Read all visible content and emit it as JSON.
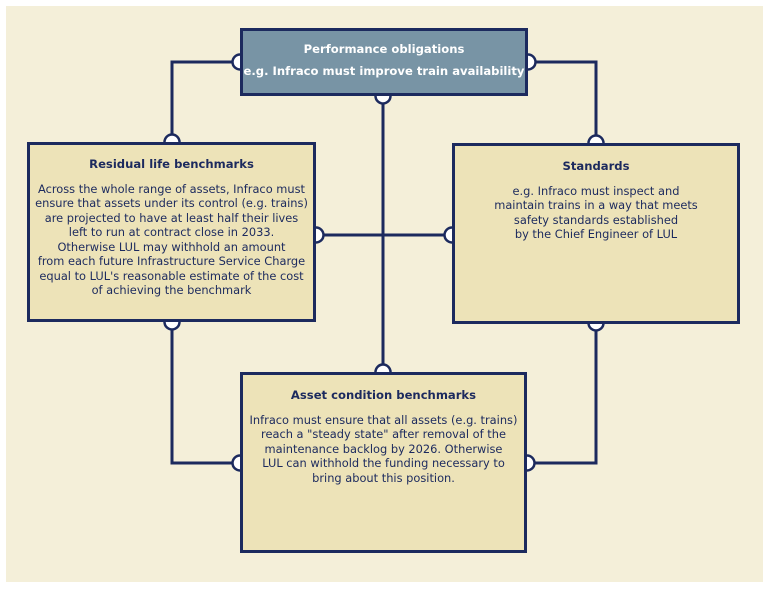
{
  "colors": {
    "background": "#f4efd9",
    "box_fill": "#ede3b8",
    "header_fill": "#7894a5",
    "line": "#1c2a5e"
  },
  "performance": {
    "title": "Performance obligations",
    "body": "e.g. Infraco must improve train availability"
  },
  "residual": {
    "title": "Residual life benchmarks",
    "body": "Across the whole range of assets, Infraco must\nensure that assets under its control (e.g. trains)\nare projected to have at least half their lives\nleft to run at contract close in 2033.\nOtherwise LUL may withhold an amount\nfrom each future Infrastructure Service Charge\nequal to LUL's reasonable estimate of the cost\nof achieving the benchmark"
  },
  "standards": {
    "title": "Standards",
    "body": "e.g. Infraco must inspect and\nmaintain trains in a way that meets\nsafety standards established\nby the Chief Engineer of LUL"
  },
  "asset": {
    "title": "Asset condition benchmarks",
    "body": "Infraco must ensure that all assets (e.g. trains)\nreach a \"steady state\" after removal of the\nmaintenance backlog by 2026. Otherwise\nLUL can withhold the funding necessary to\nbring about this position."
  }
}
